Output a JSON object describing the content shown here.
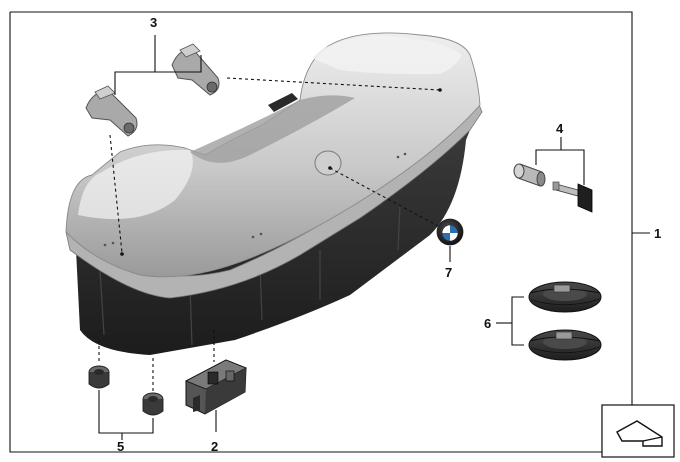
{
  "callouts": [
    {
      "id": "1",
      "label": "1"
    },
    {
      "id": "2",
      "label": "2"
    },
    {
      "id": "3",
      "label": "3"
    },
    {
      "id": "4",
      "label": "4"
    },
    {
      "id": "5",
      "label": "5"
    },
    {
      "id": "6",
      "label": "6"
    },
    {
      "id": "7",
      "label": "7"
    }
  ],
  "icons": {
    "corner": "diagram-view-icon",
    "emblem": "bmw-roundel-icon"
  },
  "colors": {
    "case_body": "#2a2a2a",
    "lid_light": "#e6e6e6",
    "lid_mid": "#bdbdbd",
    "lid_dark": "#8d8d8d",
    "strap": "#2b2b2b",
    "line": "#111111"
  }
}
